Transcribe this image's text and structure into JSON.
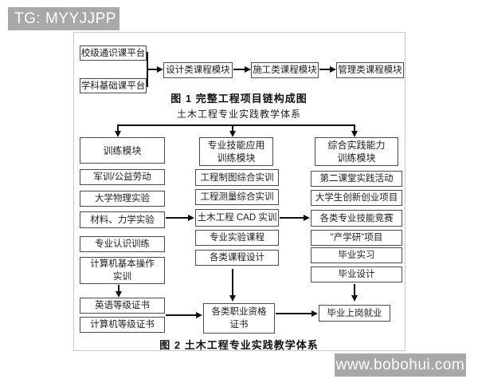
{
  "watermarks": {
    "top": "TG: MYYJJPP",
    "bottom": "www.bobohui.com",
    "background_color": "#a8a8a8",
    "text_color": "#ffffff"
  },
  "fig1": {
    "platform_boxes": [
      "校级通识课平台",
      "学科基础课平台"
    ],
    "chain_boxes": [
      "设计类课程模块",
      "施工类课程模块",
      "管理类课程模块"
    ],
    "caption": "图 1  完整工程项目链构成图"
  },
  "fig2": {
    "title": "土木工程专业实践教学体系",
    "caption": "图 2  土木工程专业实践教学体系",
    "col1": {
      "header": "训练模块",
      "items": [
        "军训/公益劳动",
        "大学物理实验",
        "材料、力学实验",
        "专业认识训练"
      ],
      "computer_box": {
        "line1": "计算机基本操作",
        "line2": "实训"
      },
      "certs": [
        "英语等级证书",
        "计算机等级证书"
      ]
    },
    "col2": {
      "header": {
        "line1": "专业技能应用",
        "line2": "训练模块"
      },
      "items": [
        "工程制图综合实训",
        "工程测量综合实训",
        "土木工程 CAD 实训",
        "专业实验课程",
        "各类课程设计"
      ],
      "result": {
        "line1": "各类职业资格",
        "line2": "证书"
      }
    },
    "col3": {
      "header": {
        "line1": "综合实践能力",
        "line2": "训练模块"
      },
      "items": [
        "第二课堂实践活动",
        "大学生创新创业项目",
        "各类专业技能竞赛",
        "\"产学研\"项目",
        "毕业实习",
        "毕业设计"
      ],
      "result": "毕业上岗就业"
    }
  }
}
